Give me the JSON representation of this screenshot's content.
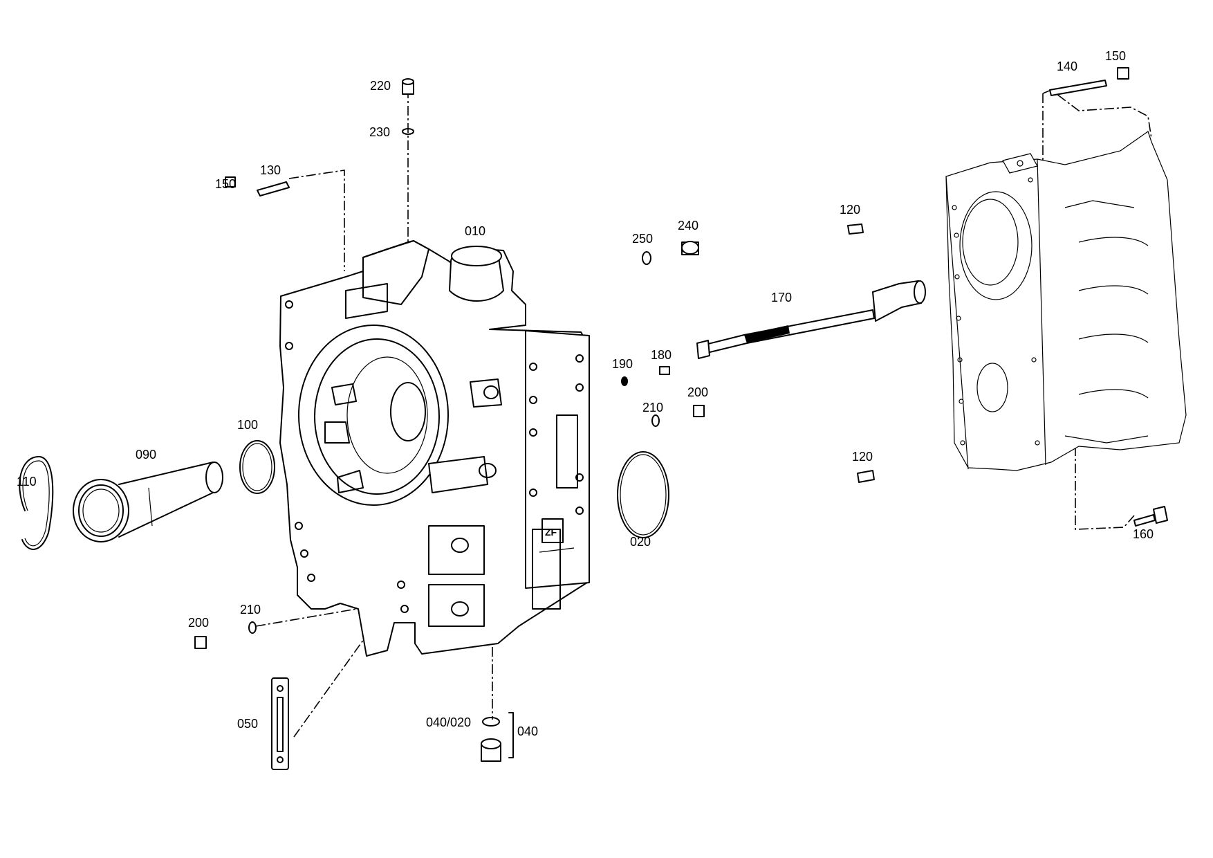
{
  "callouts": {
    "p010": "010",
    "p020": "020",
    "p040": "040",
    "p040_020": "040/020",
    "p050": "050",
    "p090": "090",
    "p100": "100",
    "p110": "110",
    "p120_top": "120",
    "p120_bottom": "120",
    "p130": "130",
    "p140": "140",
    "p150_left": "150",
    "p150_right": "150",
    "p160": "160",
    "p170": "170",
    "p180": "180",
    "p190": "190",
    "p200_left": "200",
    "p200_mid": "200",
    "p210_left": "210",
    "p210_mid": "210",
    "p220": "220",
    "p230": "230",
    "p240": "240",
    "p250": "250"
  },
  "housing_logo": "ZF"
}
